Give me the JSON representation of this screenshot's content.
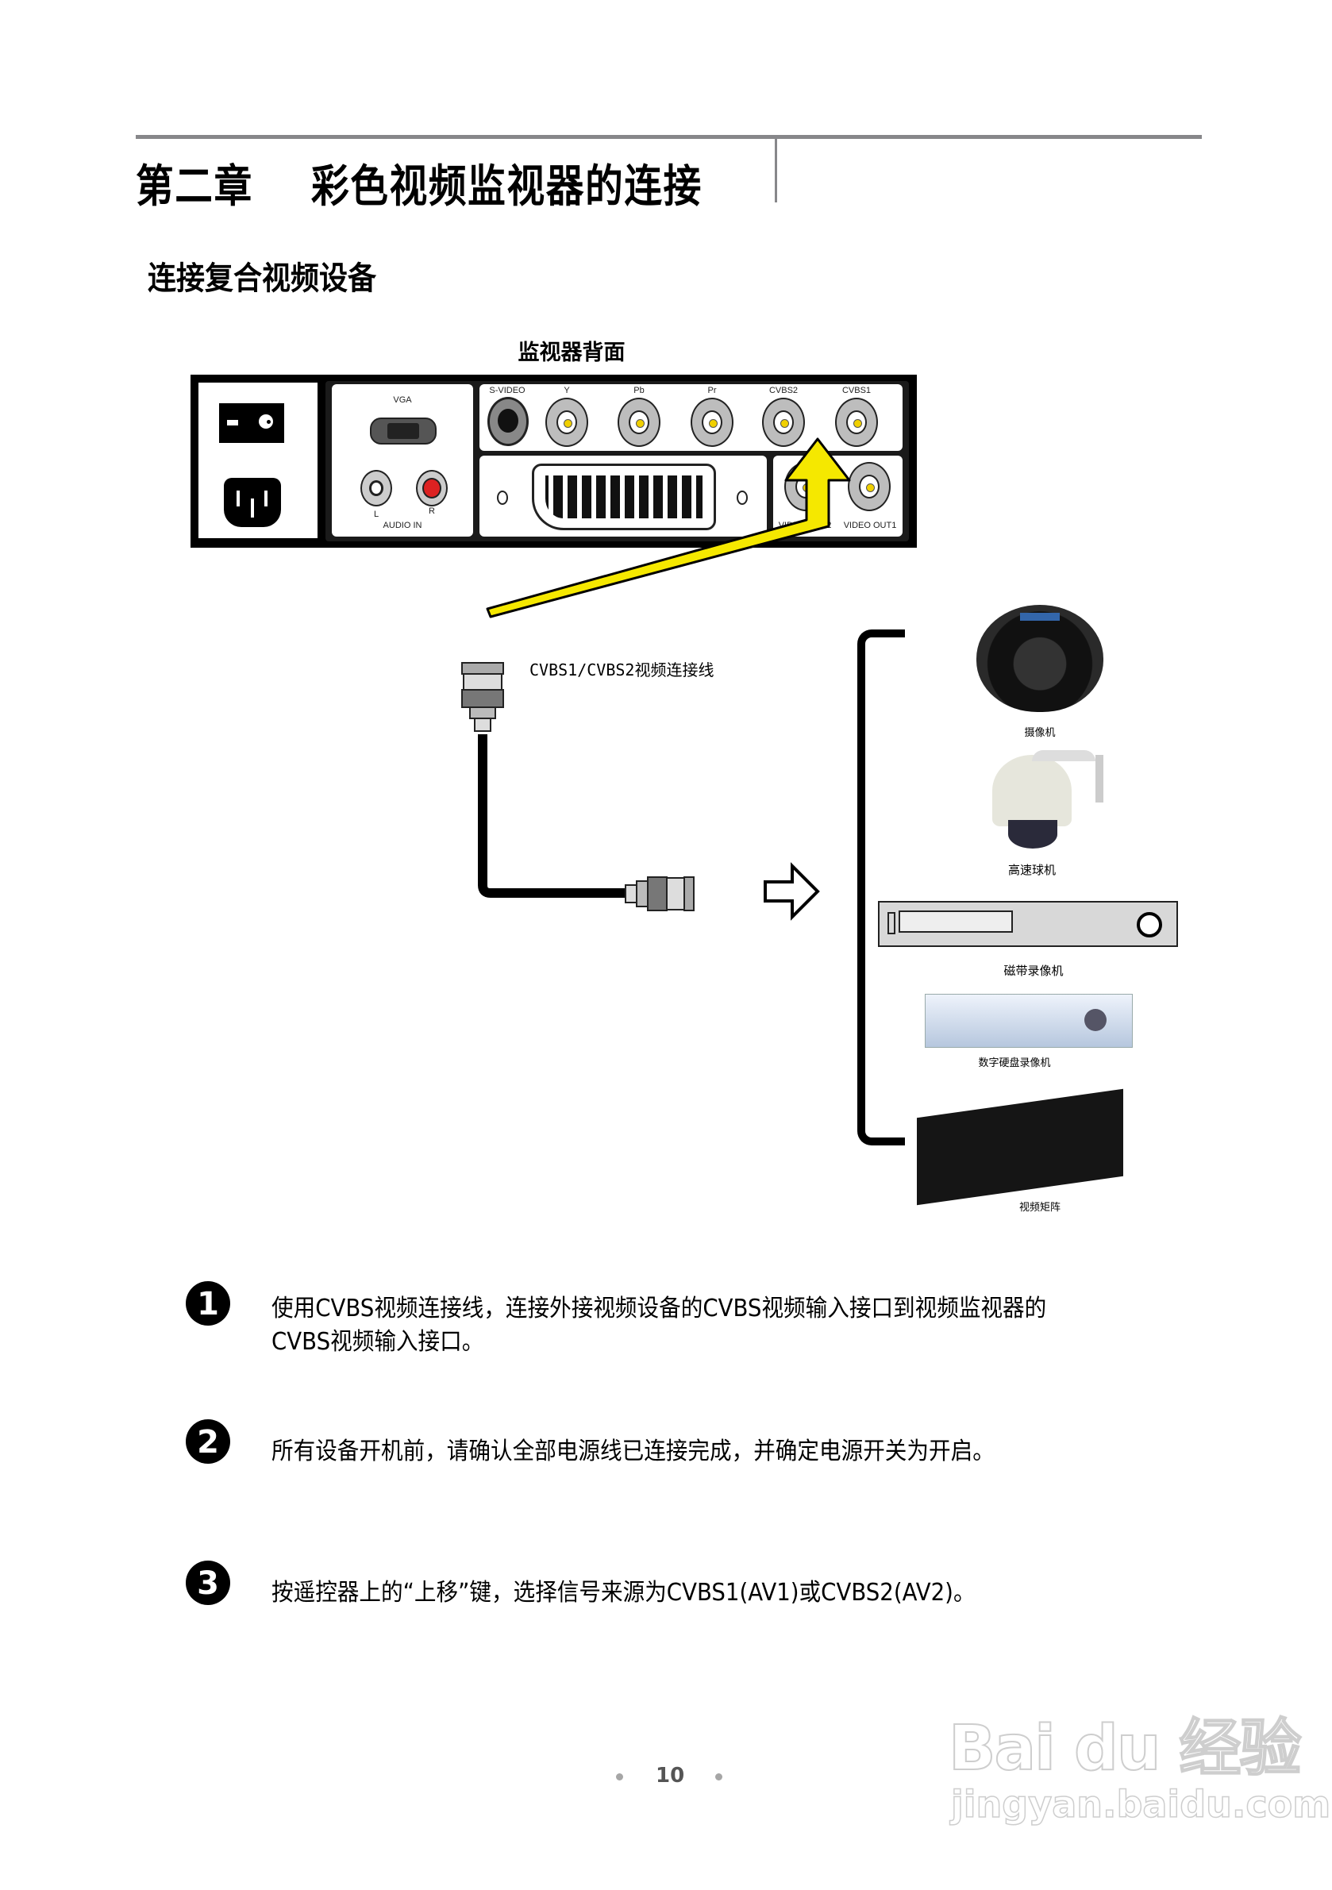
{
  "header": {
    "chapter_title": "第二章    彩色视频监视器的连接",
    "section_title": "连接复合视频设备"
  },
  "panel": {
    "caption": "监视器背面",
    "vga_label": "VGA",
    "audio_in_label": "AUDIO IN",
    "audio_left": "L",
    "audio_right": "R",
    "top_ports": [
      "S-VIDEO",
      "Y",
      "Pb",
      "Pr",
      "CVBS2",
      "CVBS1"
    ],
    "video_out_labels": [
      "VIDEO OUT2",
      "VIDEO OUT1"
    ],
    "highlight_color": "#f5e800"
  },
  "cable": {
    "label": "CVBS1/CVBS2视频连接线"
  },
  "devices": [
    {
      "label": "摄像机",
      "icon": "dome-camera-icon"
    },
    {
      "label": "高速球机",
      "icon": "speed-dome-icon"
    },
    {
      "label": "磁带录像机",
      "icon": "vcr-icon"
    },
    {
      "label": "数字硬盘录像机",
      "icon": "dvr-icon"
    },
    {
      "label": "视频矩阵",
      "icon": "video-matrix-icon"
    }
  ],
  "steps": [
    {
      "number": "1",
      "text": "使用CVBS视频连接线，连接外接视频设备的CVBS视频输入接口到视频监视器的CVBS视频输入接口。"
    },
    {
      "number": "2",
      "text": "所有设备开机前，请确认全部电源线已连接完成，并确定电源开关为开启。"
    },
    {
      "number": "3",
      "text": "按遥控器上的“上移”键，选择信号来源为CVBS1(AV1)或CVBS2(AV2)。"
    }
  ],
  "footer": {
    "page_number": "10",
    "watermark": "Bai du 经验",
    "watermark_url": "jingyan.baidu.com"
  }
}
